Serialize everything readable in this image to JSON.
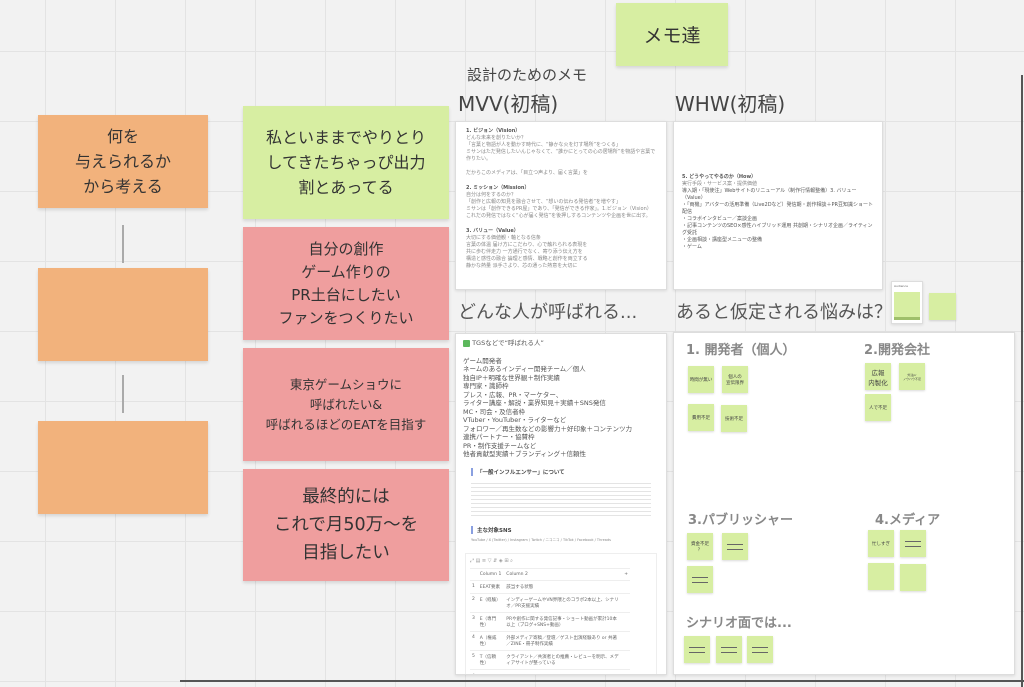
{
  "board": {
    "title_box": "メモ達",
    "design_memo_label": "設計のためのメモ",
    "mvv_label": "MVV(初稿)",
    "whw_label": "WHW(初稿)",
    "who_label": "どんな人が呼ばれる...",
    "worry_label": "あると仮定される悩みは？"
  },
  "left_stickies": [
    {
      "text": "何を\n与えられるか\nから考える"
    },
    {
      "text": ""
    },
    {
      "text": ""
    }
  ],
  "middle_stickies": [
    {
      "text": "私といままでやりとり\nしてきたちゃっぴ出力\n割とあってる"
    },
    {
      "text": "自分の創作\nゲーム作りの\nPR土台にしたい\nファンをつくりたい"
    },
    {
      "text": "東京ゲームショウに\n呼ばれたい&\n呼ばれるほどのEATを目指す"
    },
    {
      "text": "最終的には\nこれで月50万〜を\n目指したい"
    }
  ],
  "mvv_card": {
    "sections": [
      {
        "title": "1. ビジョン（Vision）",
        "sub": "どんな未来を創りたいか？",
        "body": "「言葉と物語が人を動かす時代に、“静かな火を灯す場所”をつくる」\nミサンはただ発信したいんじゃなくて、“誰かにとっての心の居場所”を物語や言葉で作りたい。\n\nだからこのメディアは、「目立つ声より、届く言葉」を"
      },
      {
        "title": "2. ミッション（Mission）",
        "sub": "自分は何をするのか？",
        "body": "「創作と広報の知見を融合させて、“想いの伝わる発信者”を増やす」\nミサンは「創作できるPR屋」であり、「発信ができる作家」。1.ビジョン（Vision）\nこれだの発信ではなく“心が届く発信”を後押しするコンテンツや企画を世に出す。"
      },
      {
        "title": "3. バリュー（Value）",
        "sub": "大切にする価値観・軸となる信条",
        "body": "言葉の体温 届け方にこだわり、心で触れられる表現を\n共に歩む伴走力 一方通行でなく、寄り添う伝え方を\n構造と感性の融合 論理と感情、戦略と創作を両立する\n静かな熱量 派手さより、芯の通った熱意を大切に"
      }
    ]
  },
  "whw_card": {
    "title": "5. どうやってやるのか（How）",
    "sub": "実行手段・サービス案・提供価値",
    "body": "導入期・「現使注」Webサイトのリニューアル（制作行情報整備）3. バリュー（Value）\n・「両機」アバターの活用準備（Live2Dなど）発信期・創作相談＋PR豆知識ショート配信\n・コラボインタビュー／案談企画\n・記事コンテンツのSEO×感性ハイブリッド運用 共創期・シナリオ企画／ライティング受託\n・企画相談・講座型メニューの整備\n・ゲーム"
  },
  "who_card": {
    "header": "TGSなどで“呼ばれる人”",
    "body": "ゲーム開発者\nネームのあるインディー開発チーム／個人\n独自IP＋明確な世界観＋制作実績\n専門家・識師枠\nプレス・広報、PR・マーケター、\nライター講座・解説・業界知見＋実績＋SNS発信\nMC・司会・及信者枠\nVTuber・YouTuber・ライターなど\nフォロワー／再生数などの影響力＋好印象＋コンテンツ力\n連携パートナー・協賛枠\nPR・制作支援チームなど\n他者貢献型実績＋ブランディング＋信頼性",
    "quote_title": "「一般インフルエンサー」について",
    "sns_title": "主な対象SNS",
    "sns_body": "YouTube / X (Twitter) / Instagram / Twitch / ニコニコ / TikTok / Facebook / Threads",
    "table": {
      "columns": [
        "Column 1",
        "Column 2"
      ],
      "rows": [
        {
          "n": "1",
          "c1": "EEAT要素",
          "c2": "該当する状態"
        },
        {
          "n": "2",
          "c1": "E（経験）",
          "c2": "インディーゲームやVN界隈とのコラボ2本以上、シナリオ／PR支援実績"
        },
        {
          "n": "3",
          "c1": "E（専門性）",
          "c2": "PRや創作に関する発信記事・ショート動画が累計10本以上（ブログ+SNS+動画）"
        },
        {
          "n": "4",
          "c1": "A（権威性）",
          "c2": "外部メディア寄稿／登壇／ゲスト出演経験あり or 共著／ZINE・冊子制作実績"
        },
        {
          "n": "5",
          "c1": "T（信頼性）",
          "c2": "クライアント／共演者との推薦・レビューを明示、メディアサイトが整っている"
        }
      ],
      "add_row": "+"
    }
  },
  "worry_card": {
    "sections": [
      {
        "title": "1. 開発者（個人）",
        "notes": [
          "時間が無い",
          "個人の\n宣伝限界",
          "費用不足",
          "技術不足"
        ]
      },
      {
        "title": "2.開発会社",
        "notes": [
          "広報\n内製化",
          "外注pr\nノウハウ不足",
          "人で不足"
        ]
      },
      {
        "title": "3.パブリッシャー",
        "notes": [
          "資金不足\n？",
          "",
          ""
        ]
      },
      {
        "title": "4.メディア",
        "notes": [
          "忙しすぎ",
          "",
          "",
          ""
        ]
      },
      {
        "title": "シナリオ面では...",
        "notes": [
          "",
          "",
          ""
        ]
      }
    ]
  },
  "audience_card": {
    "label": "Audience"
  },
  "colors": {
    "orange": "#f2b27c",
    "green": "#d7eea2",
    "pink": "#ef9e9e",
    "background": "#f2f2f2"
  }
}
